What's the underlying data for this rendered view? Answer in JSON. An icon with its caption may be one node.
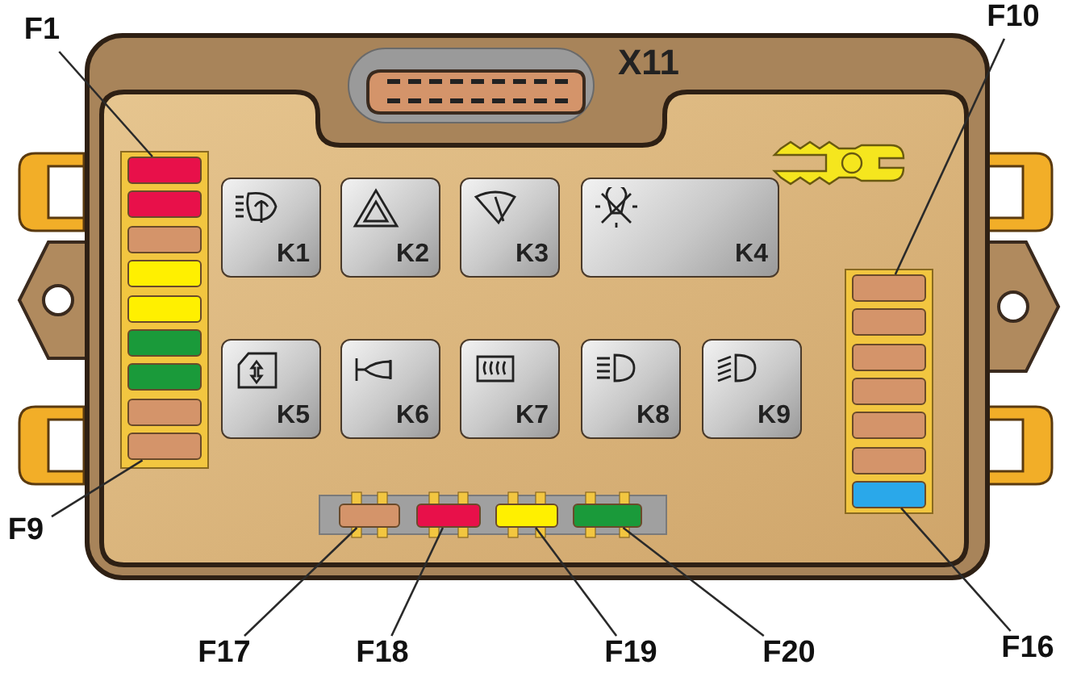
{
  "diagram": {
    "nodes": [
      {
        "text": [
          "F1"
        ]
      },
      {
        "text": [
          "F10"
        ]
      },
      {
        "text": [
          "K1"
        ]
      },
      {
        "text": [
          "K2"
        ]
      },
      {
        "text": [
          "K3"
        ]
      },
      {
        "text": [
          "K4"
        ]
      },
      {
        "text": [
          "K5"
        ]
      },
      {
        "text": [
          "K6"
        ]
      },
      {
        "text": [
          "K7"
        ]
      },
      {
        "text": [
          "K8"
        ]
      },
      {
        "text": [
          "K9"
        ]
      },
      {
        "text": [],
        "shape": "box"
      },
      {
        "text": [],
        "shape": "box"
      },
      {
        "text": [],
        "shape": "box"
      },
      {
        "text": [],
        "shape": "box"
      },
      {
        "text": [],
        "shape": "box"
      },
      {
        "text": [],
        "shape": "box"
      },
      {
        "text": [],
        "shape": "box"
      },
      {
        "text": [],
        "shape": "box"
      },
      {
        "text": [],
        "shape": "box"
      },
      {
        "text": [],
        "shape": "box"
      },
      {
        "text": [],
        "shape": "box"
      },
      {
        "text": [],
        "shape": "box"
      },
      {
        "text": [],
        "shape": "box"
      },
      {
        "text": [],
        "shape": "box"
      },
      {
        "text": [],
        "shape": "box"
      },
      {
        "text": [],
        "shape": "box"
      },
      {
        "text": [],
        "shape": "box"
      },
      {
        "text": [],
        "shape": "box"
      },
      {
        "text": [],
        "shape": "box"
      },
      {
        "text": [],
        "shape": "box"
      },
      {
        "text": [
          "F9"
        ]
      },
      {
        "text": [
          "F16"
        ]
      },
      {
        "text": [
          "F17"
        ]
      },
      {
        "text": [
          "F18"
        ]
      },
      {
        "text": [
          "F19"
        ]
      },
      {
        "text": [
          "F20"
        ]
      }
    ],
    "edges": [
      {
        "from": 0,
        "to": 11,
        "arrow": "none"
      },
      {
        "from": 1,
        "to": 20,
        "arrow": "none"
      },
      {
        "from": 31,
        "to": 19,
        "arrow": "none"
      },
      {
        "from": 32,
        "to": 26,
        "arrow": "none"
      },
      {
        "from": 33,
        "to": 27,
        "arrow": "none"
      },
      {
        "from": 34,
        "to": 28,
        "arrow": "none"
      },
      {
        "from": 35,
        "to": 29,
        "arrow": "none"
      },
      {
        "from": 36,
        "to": 30,
        "arrow": "none"
      }
    ],
    "labels": [
      "X11"
    ]
  }
}
